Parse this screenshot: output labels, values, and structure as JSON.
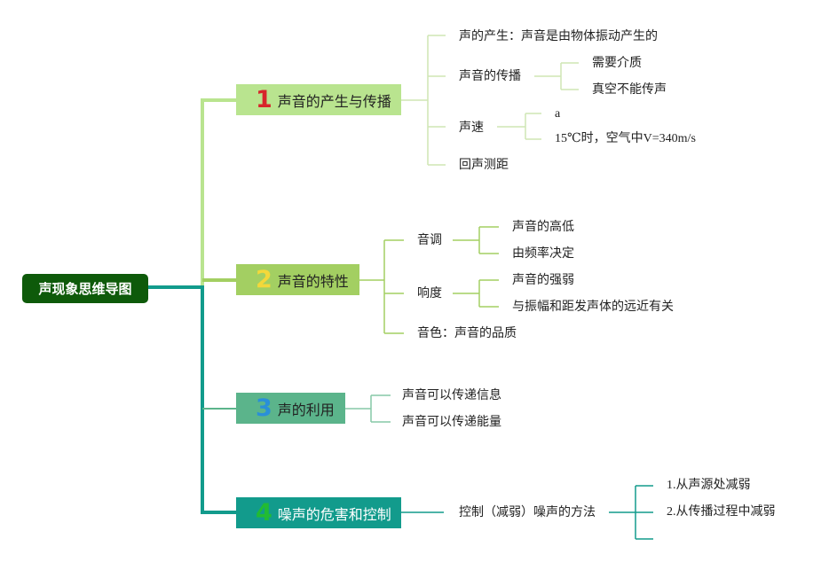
{
  "root": "声现象思维导图",
  "topics": [
    {
      "num": "1",
      "num_color": "#d7262b",
      "label": "声音的产生与传播",
      "children": [
        {
          "label": "声的产生：声音是由物体振动产生的"
        },
        {
          "label": "声音的传播",
          "children": [
            "需要介质",
            "真空不能传声"
          ]
        },
        {
          "label": "声速",
          "children": [
            "a",
            "15℃时，空气中V=340m/s"
          ]
        },
        {
          "label": "回声测距"
        }
      ]
    },
    {
      "num": "2",
      "num_color": "#f3d83a",
      "label": "声音的特性",
      "children": [
        {
          "label": "音调",
          "children": [
            "声音的高低",
            "由频率决定"
          ]
        },
        {
          "label": "响度",
          "children": [
            "声音的强弱",
            "与振幅和距发声体的远近有关"
          ]
        },
        {
          "label": "音色：声音的品质"
        }
      ]
    },
    {
      "num": "3",
      "num_color": "#2a8fd8",
      "label": "声的利用",
      "children": [
        {
          "label": "声音可以传递信息"
        },
        {
          "label": "声音可以传递能量"
        }
      ]
    },
    {
      "num": "4",
      "num_color": "#22bb33",
      "label": "噪声的危害和控制",
      "children": [
        {
          "label": "控制（减弱）噪声的方法",
          "children": [
            "1.从声源处减弱",
            "2.从传播过程中减弱",
            ""
          ]
        }
      ]
    }
  ],
  "colors": {
    "root_bg": "#0e5a0a",
    "branch1": "#b9e48f",
    "branch2": "#a3cf62",
    "branch3": "#5bb48b",
    "branch4": "#129b8c",
    "thin1": "#cfe6b4",
    "thin2": "#a3cf62",
    "thin3": "#86c9a7",
    "thin4": "#129b8c"
  }
}
